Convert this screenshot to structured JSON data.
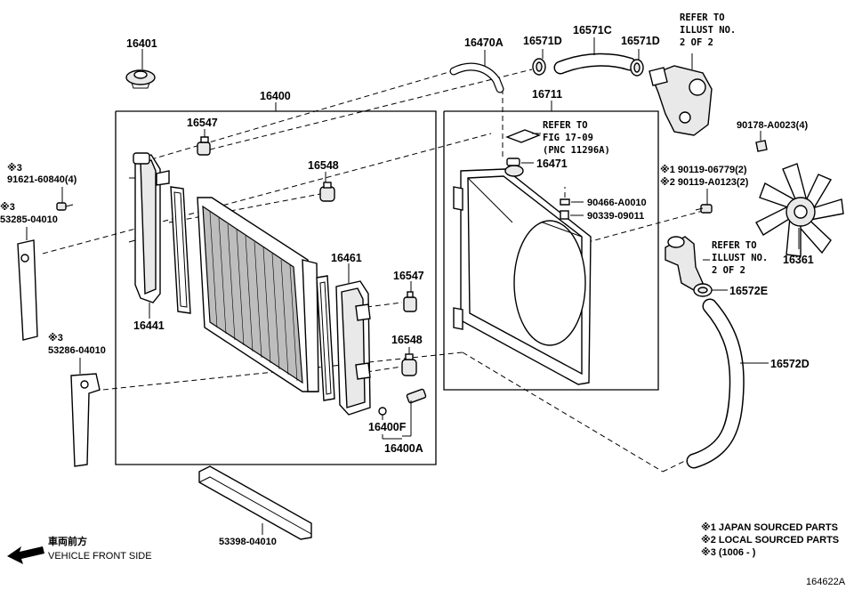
{
  "labels": {
    "p16401": "16401",
    "p16400": "16400",
    "p16547_top": "16547",
    "p16548_top": "16548",
    "p16441": "16441",
    "p16461": "16461",
    "p16547_bot": "16547",
    "p16548_bot": "16548",
    "p16400F": "16400F",
    "p16400A": "16400A",
    "p53398": "53398-04010",
    "p16470A": "16470A",
    "p16571D_a": "16571D",
    "p16571C": "16571C",
    "p16571D_b": "16571D",
    "p16711": "16711",
    "p16471": "16471",
    "p90466": "90466-A0010",
    "p90339": "90339-09011",
    "p90178": "90178-A0023(4)",
    "p90119_1": "※1 90119-06779(2)",
    "p90119_2": "※2 90119-A0123(2)",
    "p16361": "16361",
    "p16572E": "16572E",
    "p16572D": "16572D",
    "p91621_mark": "※3",
    "p91621": "91621-60840(4)",
    "p53285_mark": "※3",
    "p53285": "53285-04010",
    "p53286_mark": "※3",
    "p53286": "53286-04010"
  },
  "refs": {
    "top_line1": "REFER TO",
    "top_line2": "ILLUST NO.",
    "top_line3": "2 OF 2",
    "fig_line1": "REFER TO",
    "fig_line2": "FIG 17-09",
    "fig_line3": "(PNC 11296A)",
    "mid_line1": "REFER TO",
    "mid_line2": "ILLUST NO.",
    "mid_line3": "2 OF 2"
  },
  "notes": {
    "n1": "※1 JAPAN SOURCED PARTS",
    "n2": "※2 LOCAL SOURCED PARTS",
    "n3": "※3 (1006 -       )"
  },
  "direction": {
    "jp": "車両前方",
    "en": "VEHICLE FRONT SIDE"
  },
  "diagram_id": "164622A"
}
